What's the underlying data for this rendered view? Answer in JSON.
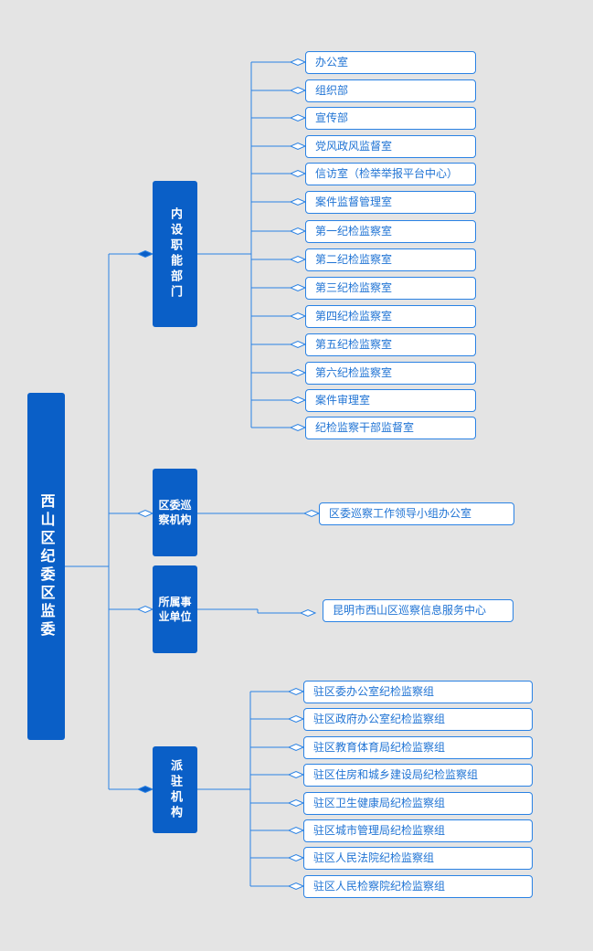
{
  "root": {
    "label": "西山区纪委区监委"
  },
  "categories": [
    {
      "label": "内设职能部门",
      "items": [
        "办公室",
        "组织部",
        "宣传部",
        "党风政风监督室",
        "信访室（检举举报平台中心）",
        "案件监督管理室",
        "第一纪检监察室",
        "第二纪检监察室",
        "第三纪检监察室",
        "第四纪检监察室",
        "第五纪检监察室",
        "第六纪检监察室",
        "案件审理室",
        "纪检监察干部监督室"
      ]
    },
    {
      "label": "区委巡察机构",
      "items": [
        "区委巡察工作领导小组办公室"
      ]
    },
    {
      "label": "所属事业单位",
      "items": [
        "昆明市西山区巡察信息服务中心"
      ]
    },
    {
      "label": "派驻机构",
      "items": [
        "驻区委办公室纪检监察组",
        "驻区政府办公室纪检监察组",
        "驻区教育体育局纪检监察组",
        "驻区住房和城乡建设局纪检监察组",
        "驻区卫生健康局纪检监察组",
        "驻区城市管理局纪检监察组",
        "驻区人民法院纪检监察组",
        "驻区人民检察院纪检监察组"
      ]
    }
  ],
  "colors": {
    "box_fill": "#0a5fc7",
    "line": "#2a82e4",
    "leaf_text": "#1f73d4",
    "background": "#e4e4e4"
  }
}
